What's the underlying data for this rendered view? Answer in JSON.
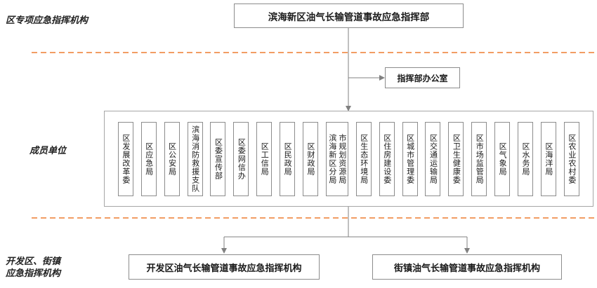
{
  "colors": {
    "dashed_divider": "#ED7D31",
    "connector_line": "#808080",
    "box_border": "#8c8c8c"
  },
  "labels": {
    "top_left": "区专项应急指挥机构",
    "members": "成员单位",
    "bottom_left": "开发区、街镇\n应急指挥机构"
  },
  "top_box": {
    "label": "滨海新区油气长输管道事故应急指挥部"
  },
  "office_box": {
    "label": "指挥部办公室"
  },
  "members": {
    "units": [
      {
        "label": "区发展改革委"
      },
      {
        "label": "区应急局"
      },
      {
        "label": "区公安局"
      },
      {
        "label": "滨海消防救援支队"
      },
      {
        "label": "区委宣传部"
      },
      {
        "label": "区委网信办"
      },
      {
        "label": "区工信局"
      },
      {
        "label": "区民政局"
      },
      {
        "label": "区财政局"
      },
      {
        "label": "市规划资源局\n滨海新区分局"
      },
      {
        "label": "区生态环境局"
      },
      {
        "label": "区住房建设委"
      },
      {
        "label": "区城市管理委"
      },
      {
        "label": "区交通运输局"
      },
      {
        "label": "区卫生健康委"
      },
      {
        "label": "区市场监管局"
      },
      {
        "label": "区气象局"
      },
      {
        "label": "区水务局"
      },
      {
        "label": "区海洋局"
      },
      {
        "label": "区农业农村委"
      }
    ]
  },
  "bottom_boxes": [
    {
      "label": "开发区油气长输管道事故应急指挥机构"
    },
    {
      "label": "街镇油气长输管道事故应急指挥机构"
    }
  ]
}
